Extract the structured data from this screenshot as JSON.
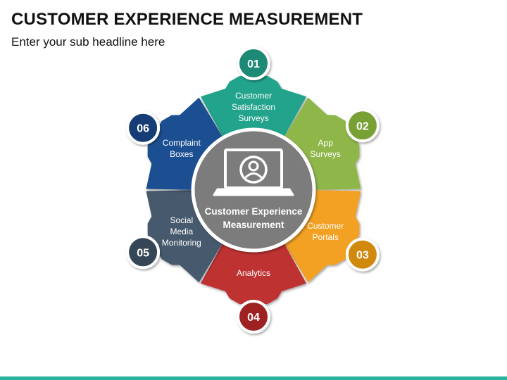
{
  "header": {
    "title": "CUSTOMER EXPERIENCE MEASUREMENT",
    "subtitle": "Enter your sub headline here"
  },
  "center": {
    "line1": "Customer Experience",
    "line2": "Measurement",
    "icon": "laptop-user-icon",
    "color": "#7b7b7b"
  },
  "segments": [
    {
      "number": "01",
      "lines": [
        "Customer",
        "Satisfaction",
        "Surveys"
      ],
      "color": "#21a38b",
      "badge_color": "#1b8a74"
    },
    {
      "number": "02",
      "lines": [
        "App",
        "Surveys"
      ],
      "color": "#8fb64a",
      "badge_color": "#78a035"
    },
    {
      "number": "03",
      "lines": [
        "Customer",
        "Portals"
      ],
      "color": "#f2a122",
      "badge_color": "#d0880e"
    },
    {
      "number": "04",
      "lines": [
        "Analytics"
      ],
      "color": "#bf3030",
      "badge_color": "#9e2323"
    },
    {
      "number": "05",
      "lines": [
        "Social",
        "Media",
        "Monitoring"
      ],
      "color": "#465a6d",
      "badge_color": "#364656"
    },
    {
      "number": "06",
      "lines": [
        "Complaint",
        "Boxes"
      ],
      "color": "#1d4f91",
      "badge_color": "#153e74"
    }
  ]
}
